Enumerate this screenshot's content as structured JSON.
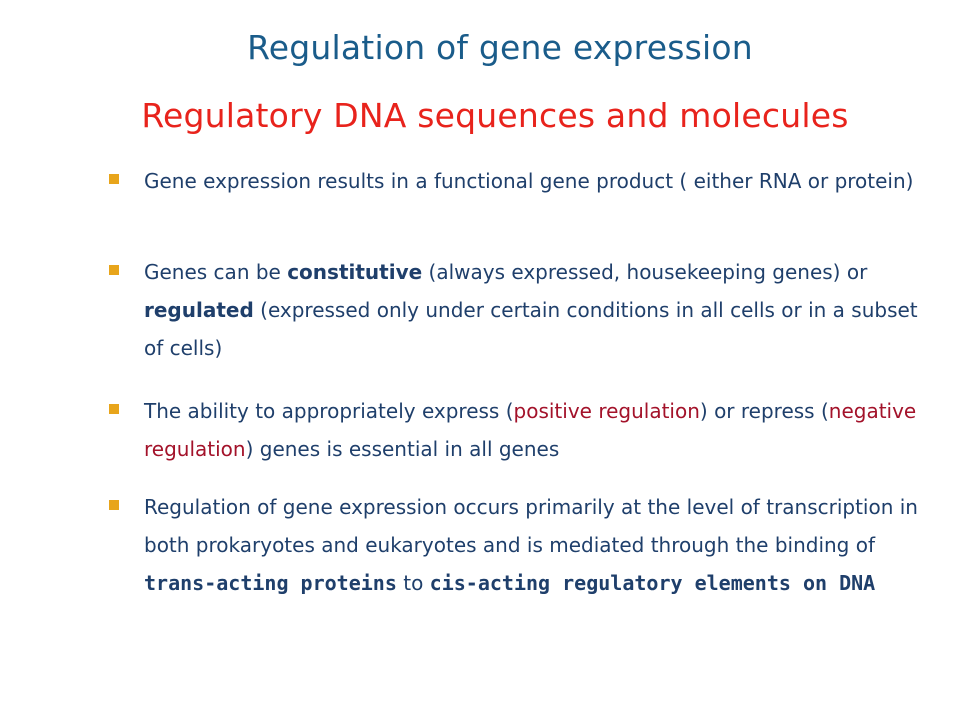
{
  "slide": {
    "title": "Regulation of gene expression",
    "subtitle": "Regulatory DNA sequences and molecules",
    "bullet_color": "#e8a51b",
    "title_color": "#1a5c8a",
    "subtitle_color": "#e8231c",
    "text_color": "#1f3f6b",
    "emphasis_red": "#a3122a"
  },
  "bullets": [
    {
      "p1": "Gene expression results in a functional gene product ( either RNA or protein)"
    },
    {
      "p1": "Genes can be ",
      "b1": "constitutive",
      "p2": " (always expressed, housekeeping genes) or ",
      "b2": "regulated",
      "p3": " (expressed only under certain conditions in all cells or in a subset of cells)"
    },
    {
      "p1": "The ability to appropriately express (",
      "r1": "positive regulation",
      "p2": ") or repress (",
      "r2": "negative regulation",
      "p3": ") genes is essential in all genes"
    },
    {
      "p1": "Regulation of gene expression occurs primarily at the level of transcription in both prokaryotes and eukaryotes and is mediated through the binding of ",
      "m1": "trans-acting proteins",
      "p2": " to ",
      "m2": "cis-acting regulatory elements on DNA"
    }
  ]
}
